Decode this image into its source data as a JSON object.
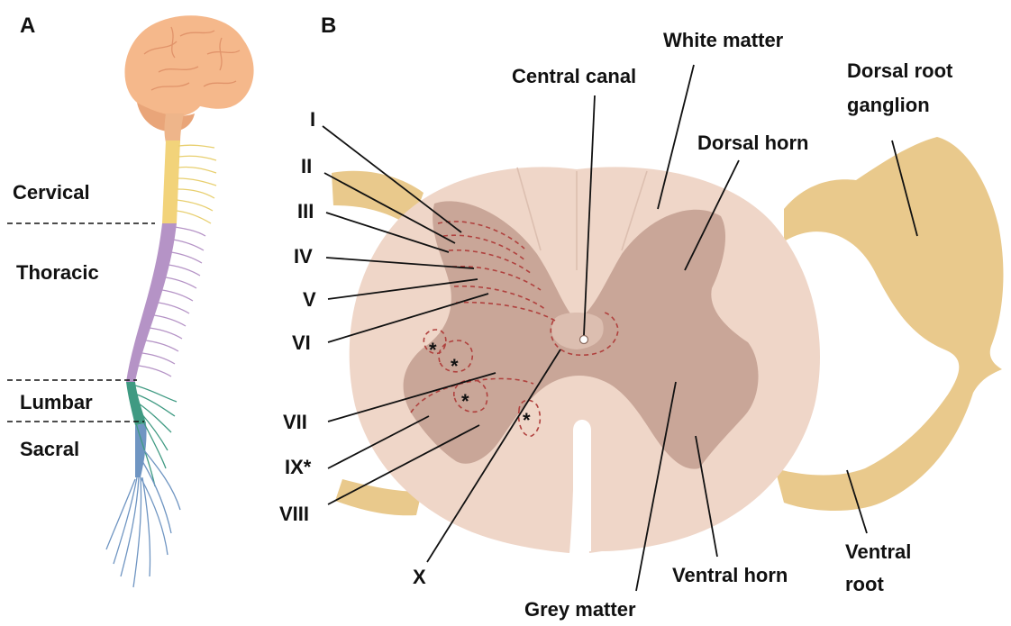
{
  "panels": {
    "a": "A",
    "b": "B"
  },
  "segments": {
    "cervical": "Cervical",
    "thoracic": "Thoracic",
    "lumbar": "Lumbar",
    "sacral": "Sacral"
  },
  "structures": {
    "central_canal": "Central canal",
    "white_matter": "White matter",
    "dorsal_root_ganglion_line1": "Dorsal root",
    "dorsal_root_ganglion_line2": "ganglion",
    "dorsal_horn": "Dorsal horn",
    "ventral_horn": "Ventral horn",
    "ventral_root_line1": "Ventral",
    "ventral_root_line2": "root",
    "grey_matter": "Grey matter"
  },
  "laminae": {
    "I": "I",
    "II": "II",
    "III": "III",
    "IV": "IV",
    "V": "V",
    "VI": "VI",
    "VII": "VII",
    "IX": "IX*",
    "VIII": "VIII",
    "X": "X",
    "motor_pool_marker": "*"
  },
  "colors": {
    "brain": "#f5b88b",
    "cervical": "#f2d37a",
    "thoracic": "#b593c6",
    "lumbar": "#3f9a82",
    "sacral": "#6f95c2",
    "white_matter": "#efd6c8",
    "grey_matter": "#c9a698",
    "root": "#e9c98c",
    "lamina_border": "#b0413e"
  }
}
